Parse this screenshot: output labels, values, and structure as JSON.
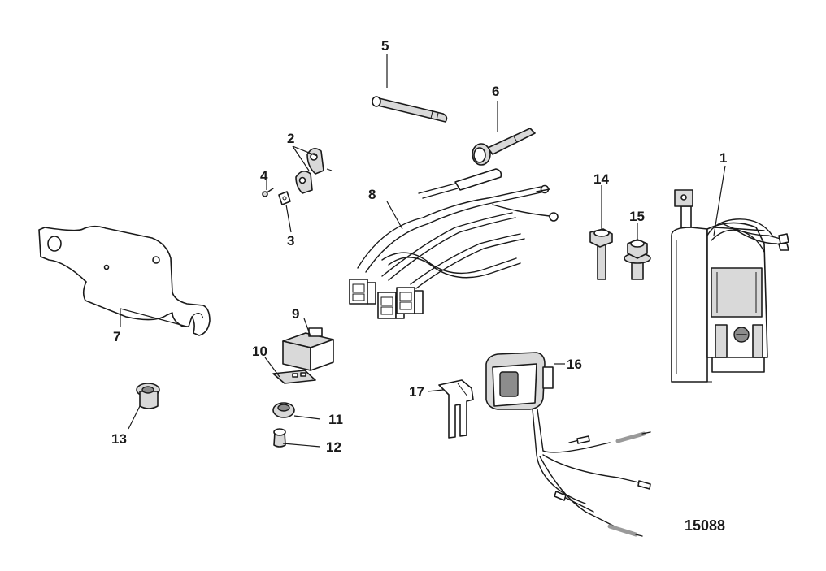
{
  "diagram": {
    "reference_number": "15088",
    "callouts": [
      "1",
      "2",
      "3",
      "4",
      "5",
      "6",
      "7",
      "8",
      "9",
      "10",
      "11",
      "12",
      "13",
      "14",
      "15",
      "16",
      "17"
    ]
  }
}
